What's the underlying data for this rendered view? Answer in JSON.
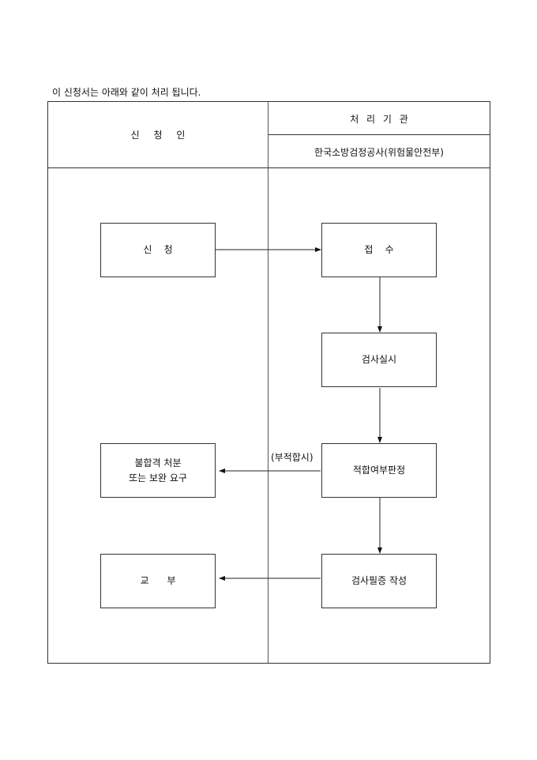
{
  "intro": "이 신청서는 아래와 같이 처리 됩니다.",
  "header": {
    "applicant": "신  청  인",
    "processor": "처 리 기 관",
    "agency": "한국소방검정공사(위험물안전부)"
  },
  "flow": {
    "apply": "신    청",
    "receive": "접    수",
    "inspect": "검사실시",
    "judge": "적합여부판정",
    "reject_line1": "불합격 처분",
    "reject_line2": "또는 보완 요구",
    "certificate": "검사필증 작성",
    "issue": "교      부",
    "nonconform_label": "(부적합시)"
  }
}
